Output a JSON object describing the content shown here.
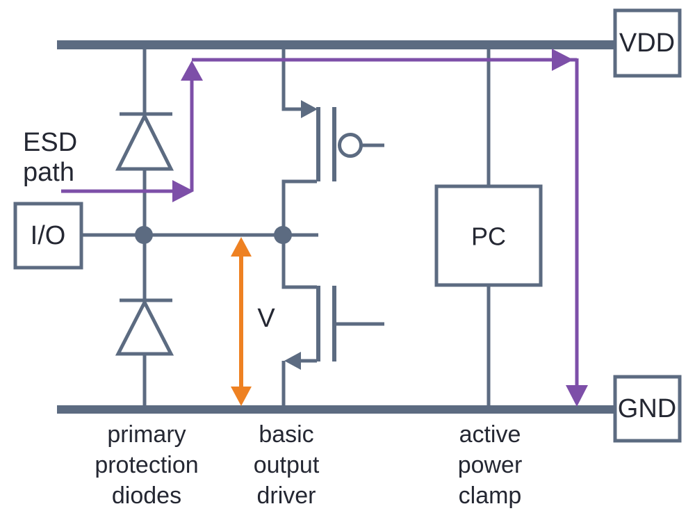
{
  "labels": {
    "vdd": "VDD",
    "gnd": "GND",
    "io": "I/O",
    "power_clamp": "PC",
    "esd_path_line1": "ESD",
    "esd_path_line2": "path",
    "voltage": "V"
  },
  "captions": {
    "primary_protection_diodes": [
      "primary",
      "protection",
      "diodes"
    ],
    "basic_output_driver": [
      "basic",
      "output",
      "driver"
    ],
    "active_power_clamp": [
      "active",
      "power",
      "clamp"
    ]
  },
  "colors": {
    "wire": "#5c6b81",
    "esd": "#7d4fa8",
    "voltage": "#ee8122",
    "text": "#242732",
    "background": "#ffffff"
  }
}
